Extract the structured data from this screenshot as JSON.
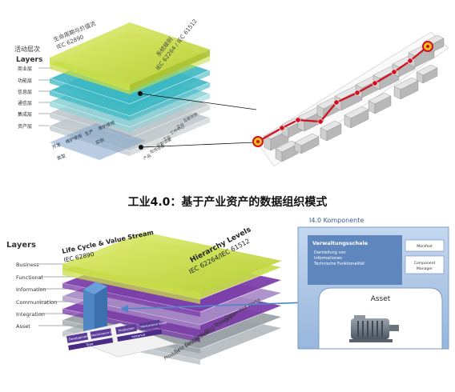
{
  "top": {
    "layers_title_cn": "活动层次",
    "layers_title_en": "Layers",
    "layers": [
      "商业层",
      "功能层",
      "信息层",
      "通信层",
      "集成层",
      "资产层"
    ],
    "lifecycle_cn": "生命周期与价值流",
    "lifecycle_std": "IEC 62890",
    "hierarchy_cn": "系统级别",
    "hierarchy_std": "IEC 62264 / IEC 61512",
    "bottom_face_left": [
      "开发",
      "维护使用",
      "生产",
      "维护使用"
    ],
    "bottom_face_bottom": [
      "类型",
      "实例"
    ],
    "bottom_face_right": [
      "产品",
      "现场设备",
      "控制设备",
      "工位",
      "工作中心",
      "企业",
      "互联世界"
    ]
  },
  "heading": "工业4.0：基于产业资产的数据组织模式",
  "bottom": {
    "layers_title": "Layers",
    "layers": [
      "Business",
      "Functional",
      "Information",
      "Communication",
      "Integration",
      "Asset"
    ],
    "lifecycle_title": "Life Cycle & Value Stream",
    "lifecycle_std": "IEC 62890",
    "hierarchy_title": "Hierarchy Levels",
    "hierarchy_std": "IEC 62264/IEC 61512",
    "hierarchy_items": [
      "Connected World",
      "Enterprise",
      "Work Centers",
      "Station",
      "Control Device",
      "Field Device",
      "Product"
    ],
    "left_face_items": [
      "Development",
      "Maintenance Usage",
      "Production",
      "Maintenance Usage"
    ],
    "left_face_bottom": [
      "Type",
      "Instance"
    ]
  },
  "component": {
    "title": "I4.0 Komponente",
    "shell_title": "Verwaltungsschale",
    "shell_lines": [
      "Darstellung von",
      "Informationen",
      "Technische Funktionalität"
    ],
    "manifest": "Manifest",
    "manager_line1": "Component",
    "manager_line2": "Manager",
    "asset": "Asset"
  },
  "colors": {
    "lime": "#c8dd4a",
    "teal": "#3cb8c4",
    "teal_light": "#8fd3d8",
    "gray_layer": "#bfc8cc",
    "purple": "#7a3aa8",
    "purple_light": "#a98cc8",
    "component_bg": "#a9c4e4",
    "component_dark": "#5f86bd",
    "factory_red": "#d10f1f",
    "connector_blue": "#4d86c9"
  }
}
